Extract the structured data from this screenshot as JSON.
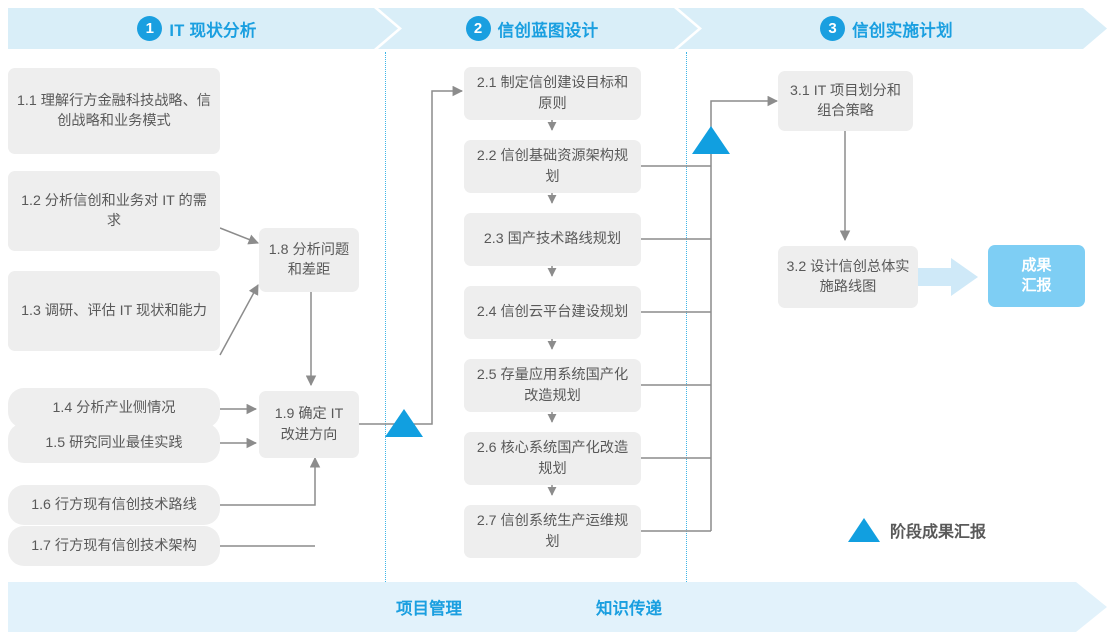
{
  "phases": [
    {
      "num": "1",
      "title": "IT 现状分析"
    },
    {
      "num": "2",
      "title": "信创蓝图设计"
    },
    {
      "num": "3",
      "title": "信创实施计划"
    }
  ],
  "phase1_tasks": [
    {
      "id": "1.1",
      "text": "1.1 理解行方金融科技战略、信创战略和业务模式"
    },
    {
      "id": "1.2",
      "text": "1.2 分析信创和业务对 IT 的需求"
    },
    {
      "id": "1.3",
      "text": "1.3 调研、评估 IT 现状和能力"
    },
    {
      "id": "1.4",
      "text": "1.4 分析产业侧情况"
    },
    {
      "id": "1.5",
      "text": "1.5 研究同业最佳实践"
    },
    {
      "id": "1.6",
      "text": "1.6 行方现有信创技术路线"
    },
    {
      "id": "1.7",
      "text": "1.7 行方现有信创技术架构"
    },
    {
      "id": "1.8",
      "text": "1.8 分析问题和差距"
    },
    {
      "id": "1.9",
      "text": "1.9 确定 IT 改进方向"
    }
  ],
  "phase2_tasks": [
    {
      "id": "2.1",
      "text": "2.1 制定信创建设目标和原则"
    },
    {
      "id": "2.2",
      "text": "2.2 信创基础资源架构规划"
    },
    {
      "id": "2.3",
      "text": "2.3 国产技术路线规划"
    },
    {
      "id": "2.4",
      "text": "2.4 信创云平台建设规划"
    },
    {
      "id": "2.5",
      "text": "2.5 存量应用系统国产化改造规划"
    },
    {
      "id": "2.6",
      "text": "2.6 核心系统国产化改造规划"
    },
    {
      "id": "2.7",
      "text": "2.7 信创系统生产运维规划"
    }
  ],
  "phase3_tasks": [
    {
      "id": "3.1",
      "text": "3.1 IT 项目划分和组合策略"
    },
    {
      "id": "3.2",
      "text": "3.2 设计信创总体实施路线图"
    }
  ],
  "result": {
    "line1": "成果",
    "line2": "汇报"
  },
  "legend": {
    "label": "阶段成果汇报"
  },
  "footer": {
    "item1": "项目管理",
    "item2": "知识传递"
  },
  "colors": {
    "accent": "#1a9fe0",
    "header_bar": "#d9eef8",
    "footer_bar": "#e2f2fb",
    "box_fill": "#eeeeee",
    "box_text": "#595959",
    "result_fill": "#7ecef4",
    "connector": "#8c8c8c",
    "milestone": "#119fe0",
    "separator": "#3fb6e8"
  }
}
